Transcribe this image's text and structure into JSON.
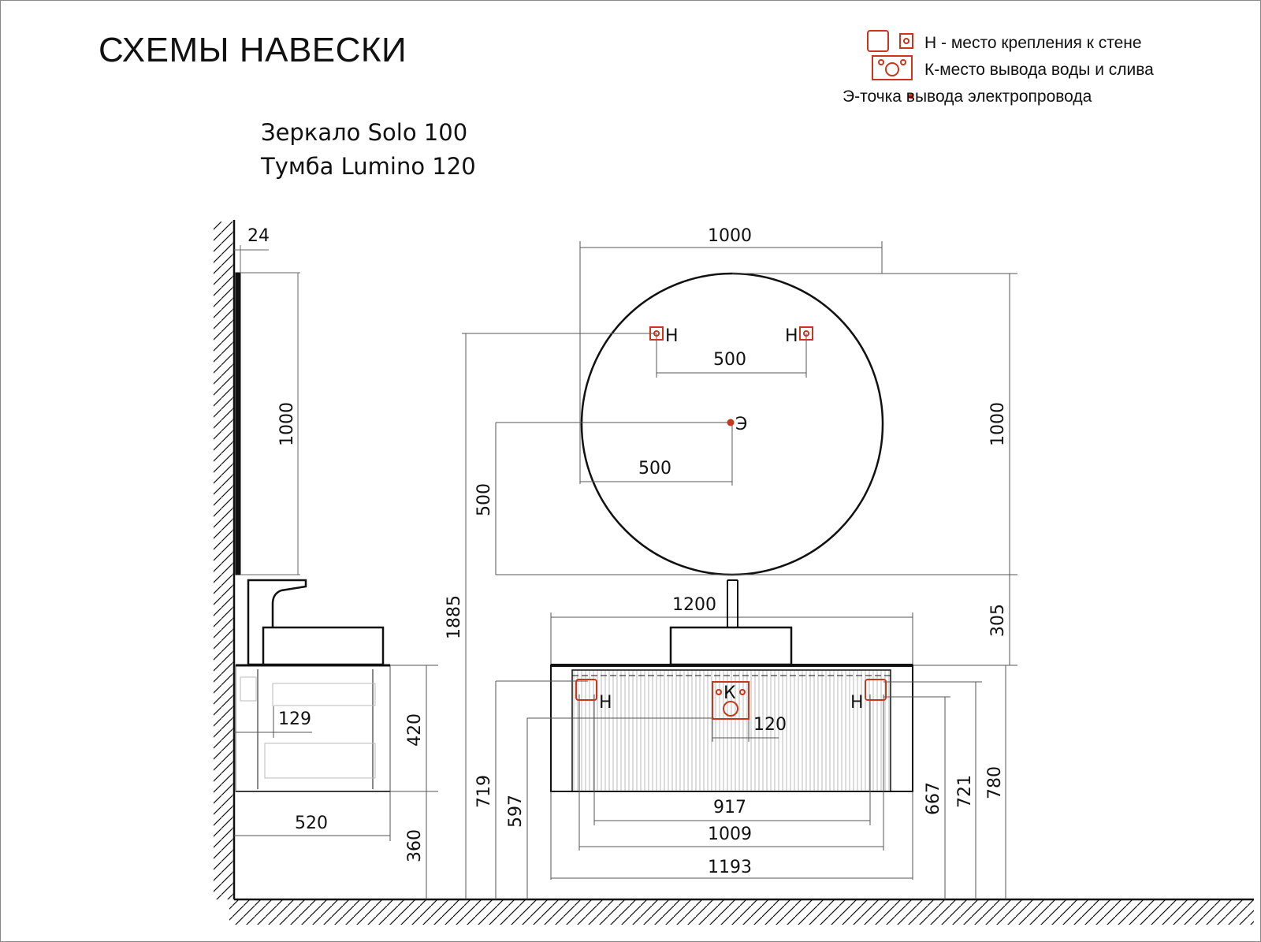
{
  "title": "СХЕМЫ НАВЕСКИ",
  "products": {
    "mirror": "Зеркало Solo 100",
    "cabinet": "Тумба Lumino 120"
  },
  "legend": {
    "h": "Н - место крепления к стене",
    "k": "К-место вывода воды и слива",
    "e": "Э-точка вывода электропровода"
  },
  "colors": {
    "accent": "#c8361b",
    "line": "#111111",
    "dim": "#555555"
  },
  "markers": {
    "h": "Н",
    "k": "К",
    "e": "Э"
  },
  "side_view": {
    "mirror_thickness": "24",
    "mirror_height": "1000",
    "cabinet_height": "420",
    "cabinet_depth": "520",
    "floor_clearance": "360",
    "drain_offset": "129"
  },
  "front_view": {
    "mirror_width": "1000",
    "mirror_height": "1000",
    "mounts_spacing": "500",
    "e_offset_x": "500",
    "e_offset_y": "500",
    "top_height": "1885",
    "gap": "305",
    "cabinet_width": "1200",
    "k_width": "120",
    "dims_bottom": [
      "917",
      "1009",
      "1193"
    ],
    "dims_left": [
      "719",
      "597"
    ],
    "dims_right": [
      "667",
      "721",
      "780"
    ]
  }
}
